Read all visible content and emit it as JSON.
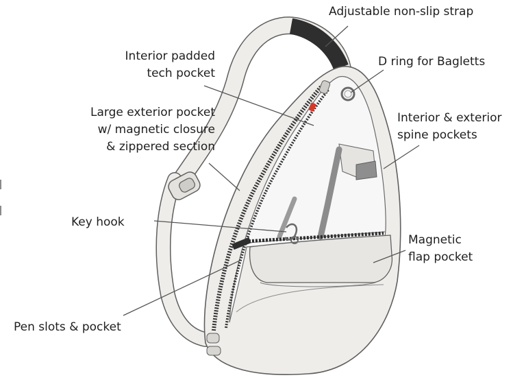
{
  "callouts": {
    "strap": "Adjustable non-slip strap",
    "tech_pocket": [
      "Interior padded",
      "tech pocket"
    ],
    "d_ring": "D ring for Bagletts",
    "exterior_pocket": [
      "Large exterior pocket",
      "w/ magnetic closure",
      "& zippered section"
    ],
    "spine_pockets": [
      "Interior & exterior",
      "spine pockets"
    ],
    "key_hook": "Key hook",
    "flap_pocket": [
      "Magnetic",
      "flap pocket"
    ],
    "pen_slots": "Pen slots & pocket"
  },
  "colors": {
    "bag_fill": "#efedea",
    "bag_outline": "#5f5f5f",
    "interior": "#f7f7f8",
    "strap_dark": "#2e2e2e",
    "zipper": "#333333",
    "leader": "#555555",
    "zip_pull_accent": "#d33a2c"
  }
}
